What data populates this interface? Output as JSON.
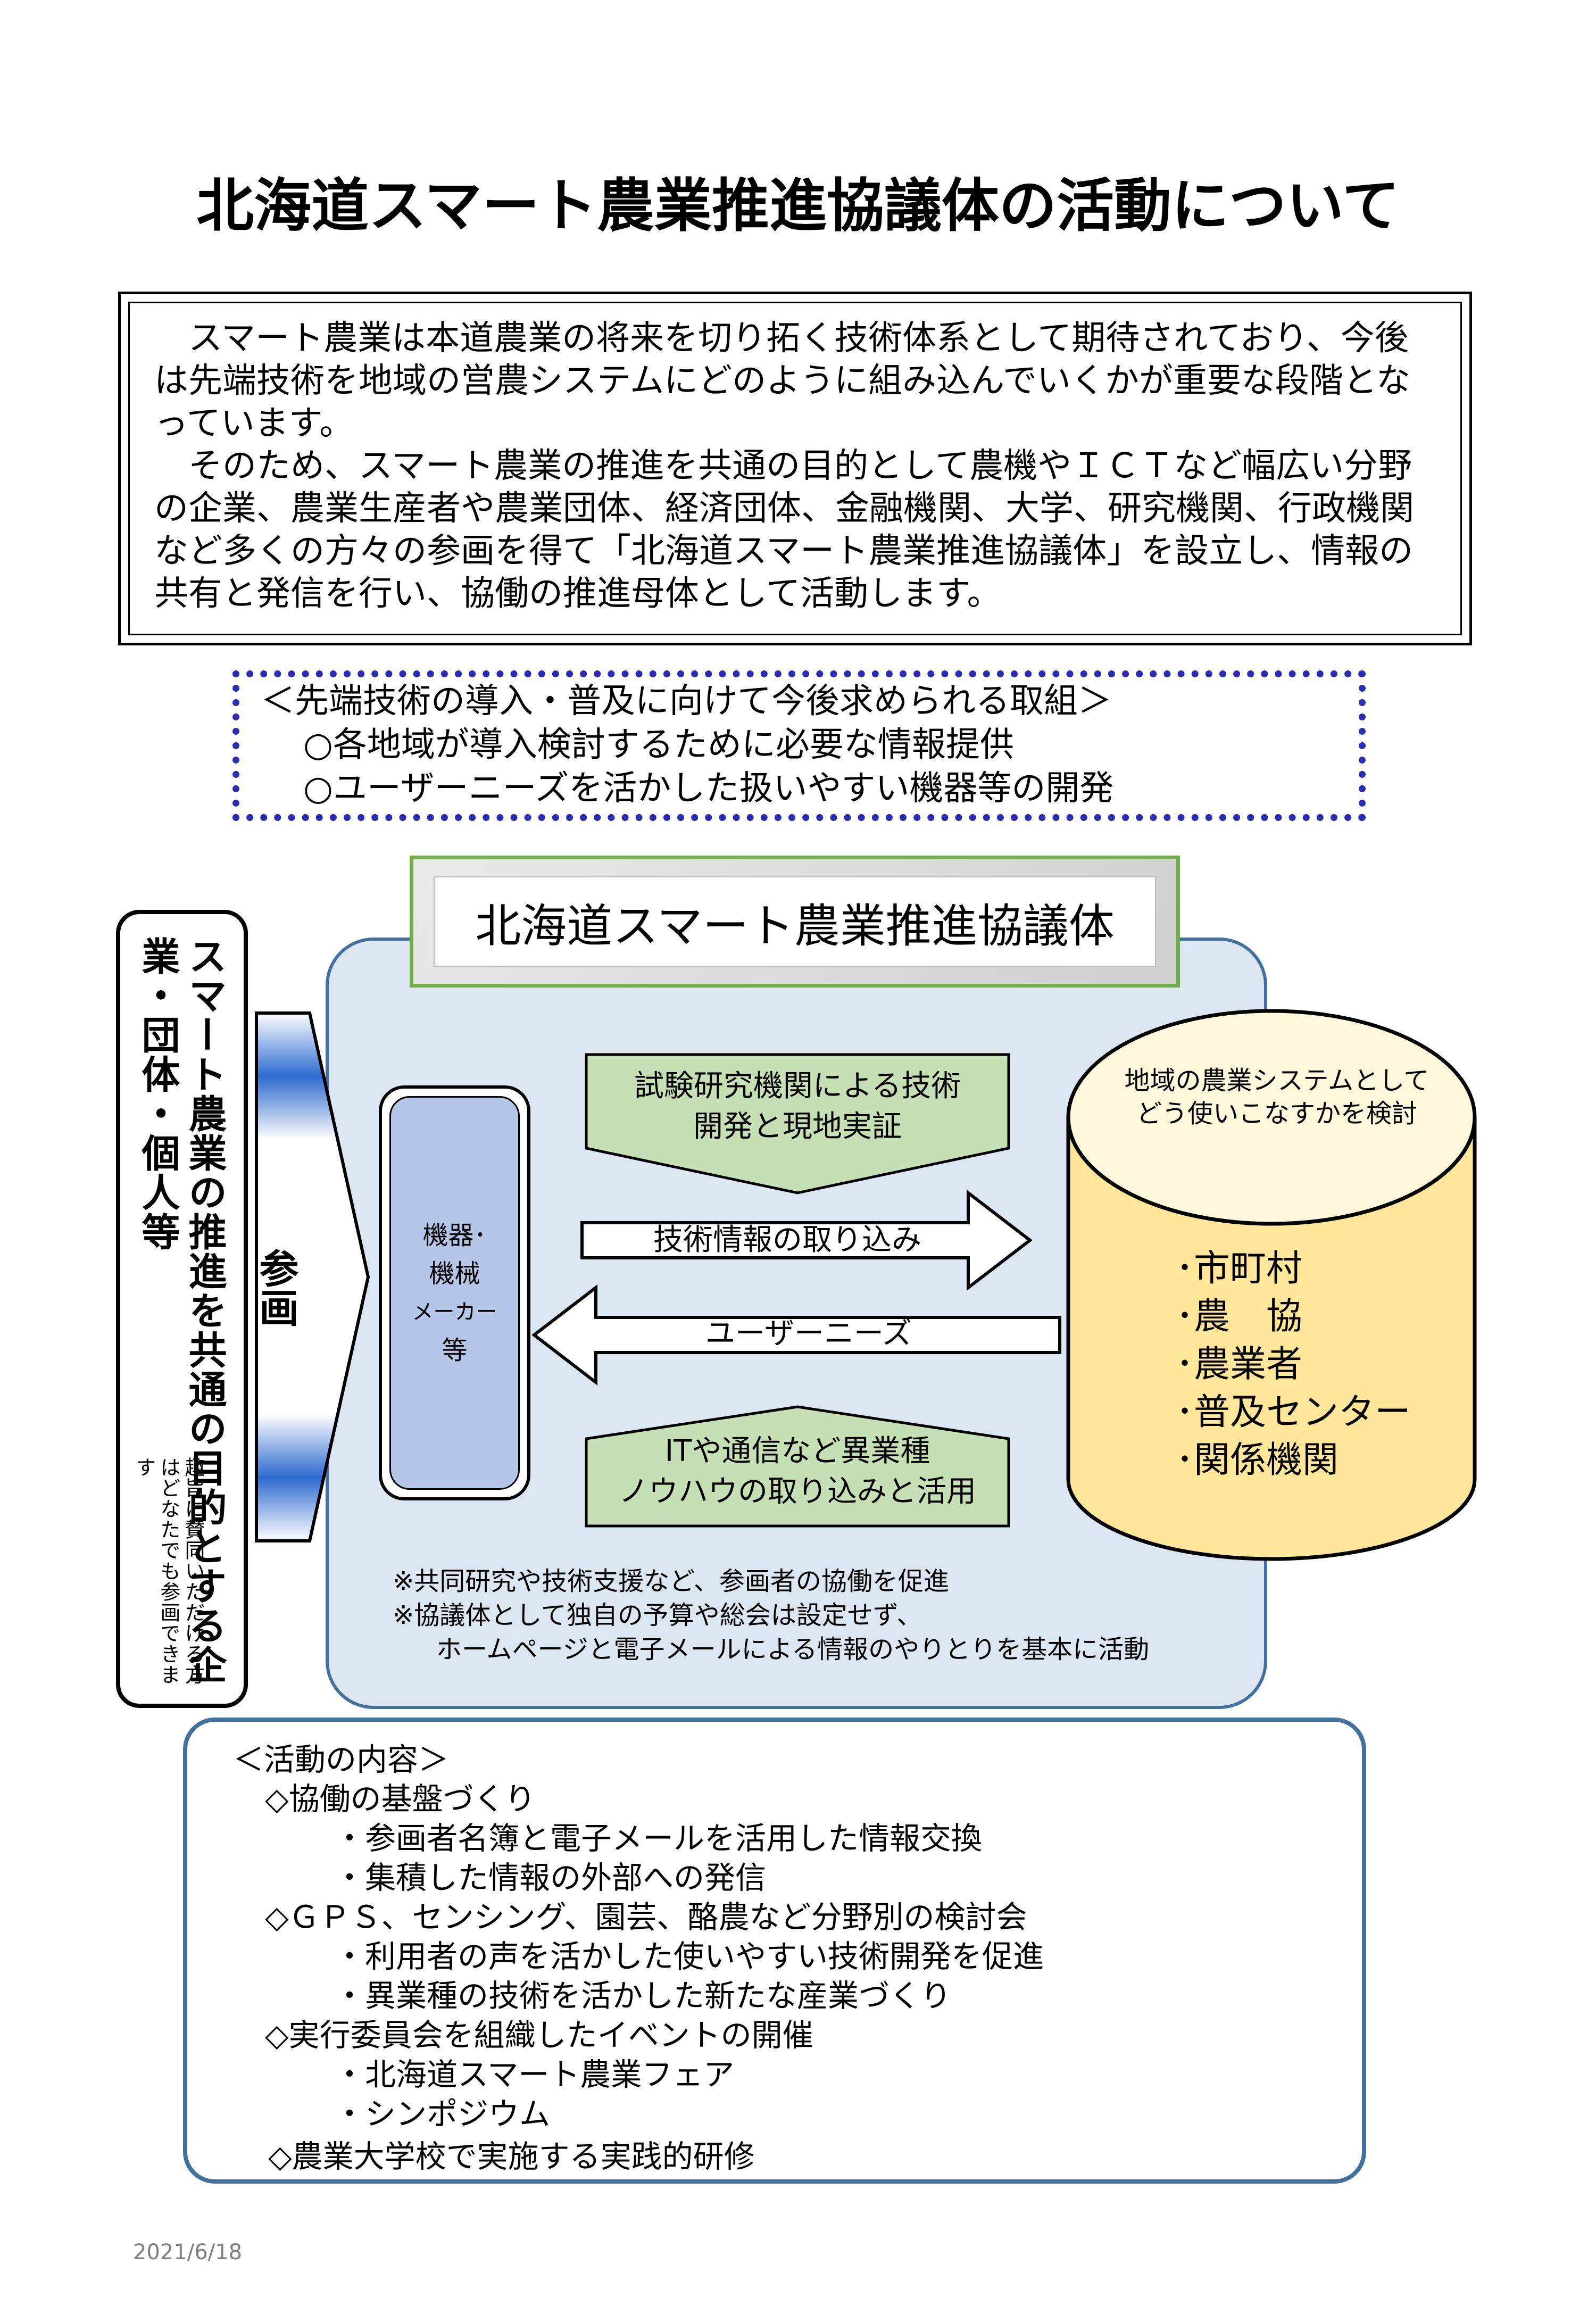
{
  "title": "北海道スマート農業推進協議体の活動について",
  "intro": {
    "paragraph1": "スマート農業は本道農業の将来を切り拓く技術体系として期待されており、今後は先端技術を地域の営農システムにどのように組み込んでいくかが重要な段階となっています。",
    "paragraph2": "そのため、スマート農業の推進を共通の目的として農機やＩＣＴなど幅広い分野の企業、農業生産者や農業団体、経済団体、金融機関、大学、研究機関、行政機関など多くの方々の参画を得て「北海道スマート農業推進協議体」を設立し、情報の共有と発信を行い、協働の推進母体として活動します。"
  },
  "needs": {
    "heading": "＜先端技術の導入・普及に向けて今後求められる取組＞",
    "items": [
      "○各地域が導入検討するために必要な情報提供",
      "○ユーザーニーズを活かした扱いやすい機器等の開発"
    ]
  },
  "council_name": "北海道スマート農業推進協議体",
  "left_panel": {
    "heading": "スマート農業の推進を共通の目的とする企業・団体・個人等",
    "note": "趣旨に賛同いただける方はどなたでも参画できます"
  },
  "participation_label": "参画",
  "maker": {
    "line1": "機器･",
    "line2": "機械",
    "line3": "メーカー",
    "line4": "等"
  },
  "research": {
    "line1": "試験研究機関による技術",
    "line2": "開発と現地実証"
  },
  "tech_info_label": "技術情報の取り込み",
  "user_needs_label": "ユーザーニーズ",
  "it": {
    "line1": "ITや通信など異業種",
    "line2": "ノウハウの取り込みと活用"
  },
  "cylinder": {
    "caption_line1": "地域の農業システムとして",
    "caption_line2": "どう使いこなすかを検討",
    "items": [
      "･市町村",
      "･農　協",
      "･農業者",
      "･普及センター",
      "･関係機関"
    ]
  },
  "notes": {
    "line1": "※共同研究や技術支援など、参画者の協働を促進",
    "line2": "※協議体として独自の予算や総会は設定せず、",
    "line3": "ホームページと電子メールによる情報のやりとりを基本に活動"
  },
  "activities": {
    "heading": "＜活動の内容＞",
    "cat1": "◇協働の基盤づくり",
    "cat1_items": [
      "・参画者名簿と電子メールを活用した情報交換",
      "・集積した情報の外部への発信"
    ],
    "cat2": "◇ＧＰＳ、センシング、園芸、酪農など分野別の検討会",
    "cat2_items": [
      "・利用者の声を活かした使いやすい技術開発を促進",
      "・異業種の技術を活かした新たな産業づくり"
    ],
    "cat3": "◇実行委員会を組織したイベントの開催",
    "cat3_items": [
      "・北海道スマート農業フェア",
      "・シンポジウム"
    ],
    "cat4": "◇農業大学校で実施する実践的研修"
  },
  "date": "2021/6/18",
  "colors": {
    "main_area_fill": "#dce6f1",
    "main_area_border": "#41719c",
    "council_border": "#70ad47",
    "green_box": "#c5e0b4",
    "maker_fill": "#b4c7e7",
    "cylinder_fill": "#ffe699",
    "needs_border": "#2b2bb5"
  }
}
